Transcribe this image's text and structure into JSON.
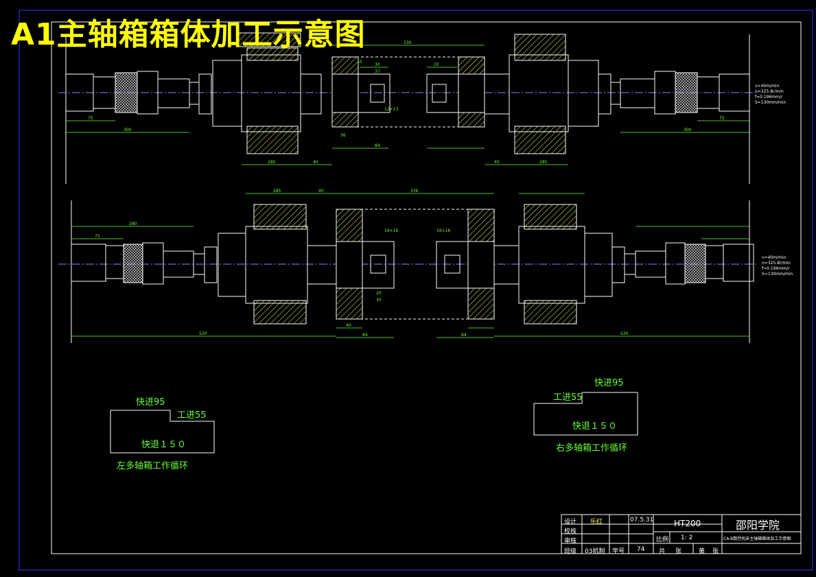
{
  "title": "A1主轴箱箱体加工示意图",
  "cycle_left": {
    "fast_forward": "快进95",
    "work_feed": "工进55",
    "fast_return": "快退１５０",
    "caption": "左多轴箱工作循环"
  },
  "cycle_right": {
    "fast_forward": "快进95",
    "work_feed": "工进55",
    "fast_return": "快退１５０",
    "caption": "右多轴箱工作循环"
  },
  "title_block": {
    "r1_label": "设计",
    "r1_name": "乐红",
    "r1_date": "07.5.31",
    "r2_label": "校核",
    "r3_label": "审核",
    "r4_label": "班级",
    "r4_class": "03机制",
    "r4_idlabel": "学号",
    "r4_id": "74",
    "material": "HT200",
    "scale_label": "比例",
    "scale_value": "1: 2",
    "total": "共",
    "sheets": "张",
    "sheet_no": "第",
    "sheet_unit": "张",
    "school": "邵阳学院",
    "drawing_name": "CA-B数控机床主轴箱箱体加工示意图"
  },
  "spec_right_top": [
    "v=40m/min",
    "n=325.8r/min",
    "f=0.196mm/r",
    "S=130mm/min"
  ],
  "spec_right_bottom": [
    "v=40m/min",
    "n=325.8r/min",
    "f=0.196mm/r",
    "S=130mm/min"
  ],
  "dims_top": [
    "75",
    "300",
    "280",
    "40",
    "36",
    "84",
    "10",
    "30",
    "37",
    "12×13",
    "40",
    "285",
    "300",
    "75",
    "20",
    "336"
  ],
  "dims_bottom": [
    "280",
    "75",
    "285",
    "40",
    "336",
    "16×16",
    "20",
    "30",
    "40",
    "84",
    "520"
  ]
}
